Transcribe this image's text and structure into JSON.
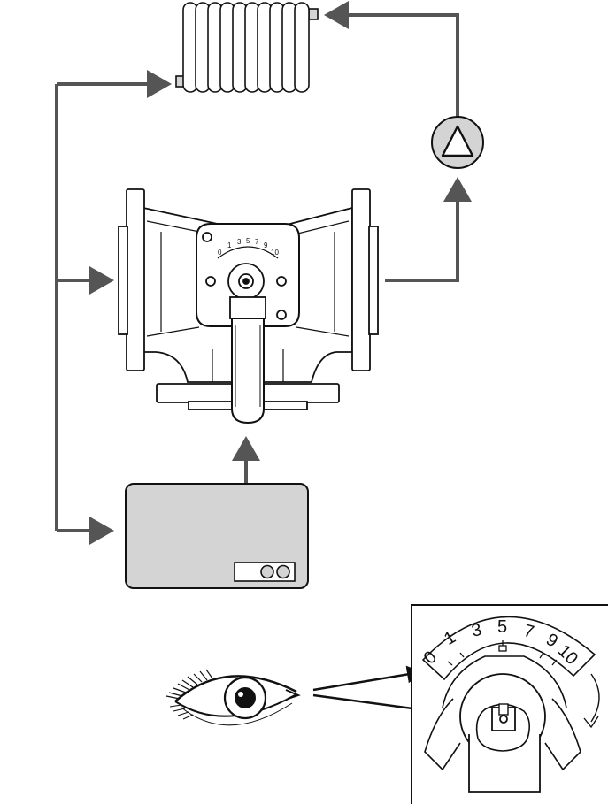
{
  "colors": {
    "line": "#555555",
    "stroke": "#111111",
    "fill_gray": "#d4d4d4",
    "background": "#ffffff"
  },
  "icons": [
    "radiator-icon",
    "pump-icon",
    "valve-icon",
    "controller-icon",
    "eye-icon",
    "position-dial-icon"
  ],
  "valve_scale": {
    "labels": [
      "0",
      "1",
      "3",
      "5",
      "7",
      "9",
      "10"
    ]
  }
}
